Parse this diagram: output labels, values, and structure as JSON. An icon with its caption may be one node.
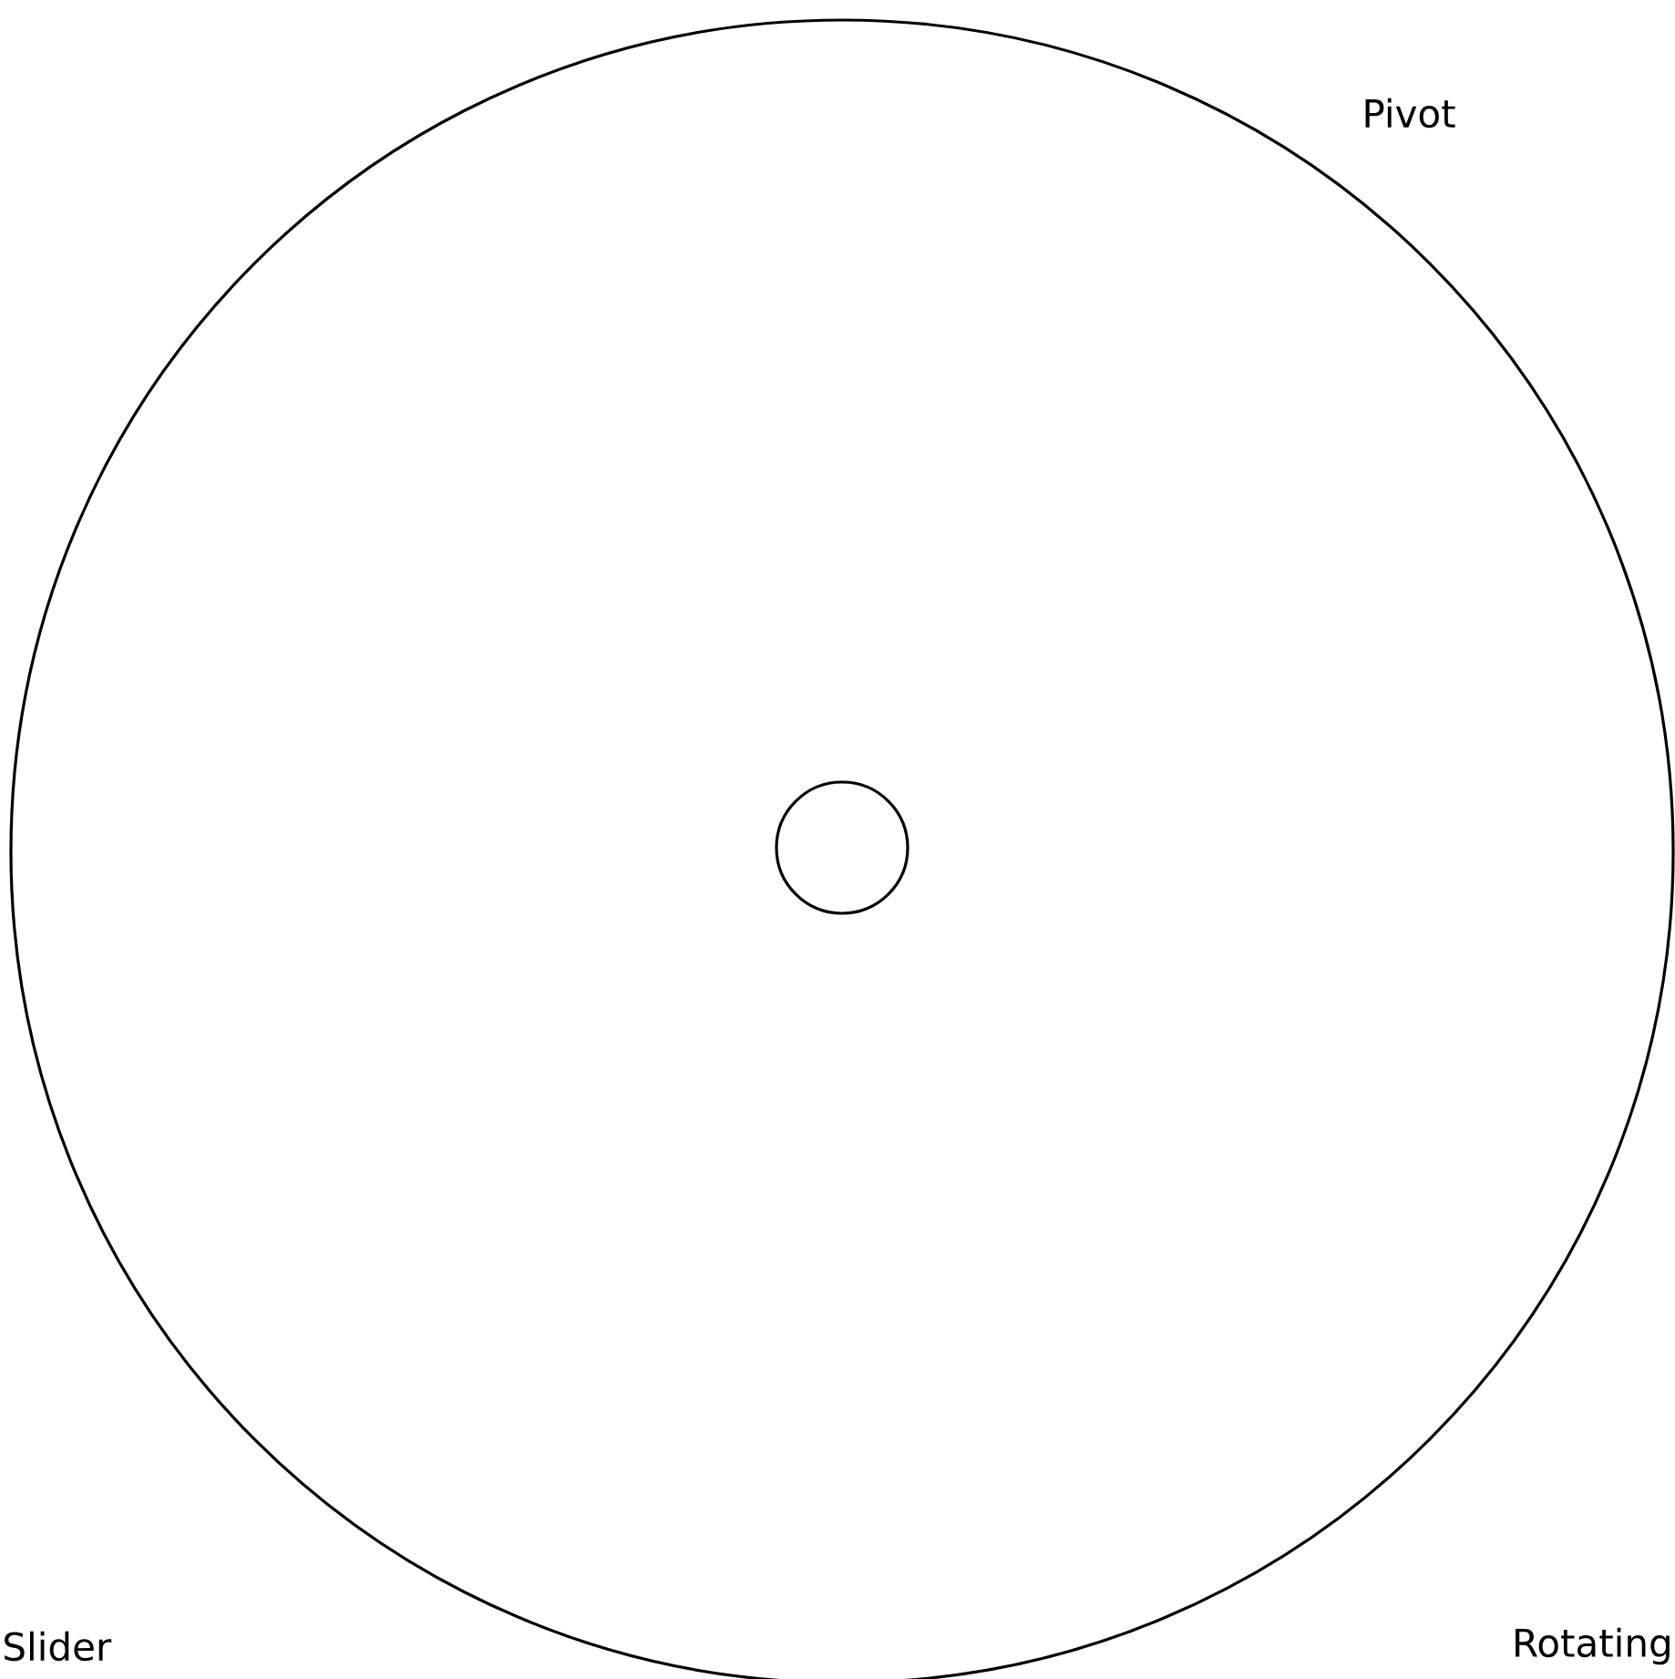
{
  "diagram": {
    "nodes": [
      {
        "text": [],
        "shape": "circle"
      },
      {
        "text": [],
        "shape": "circle",
        "in": 0
      }
    ],
    "labels": [
      "Pivot",
      "Slider",
      "Rotating"
    ]
  }
}
